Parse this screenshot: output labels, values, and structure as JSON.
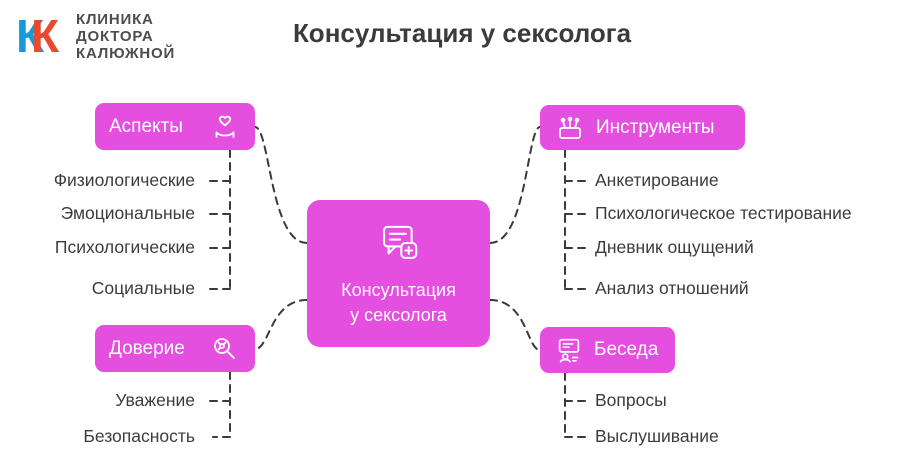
{
  "logo": {
    "mark_letters": [
      "К",
      "К"
    ],
    "name_lines": [
      "КЛИНИКА",
      "ДОКТОРА",
      "КАЛЮЖНОЙ"
    ]
  },
  "title": "Консультация у сексолога",
  "colors": {
    "node": "#e44fe0",
    "line": "#3a3a3a",
    "text": "#3c3c3c",
    "logo-blue": "#169bd7",
    "logo-red": "#e8492f"
  },
  "center": {
    "lines": [
      "Консультация",
      "у сексолога"
    ]
  },
  "branches": {
    "aspects": {
      "label": "Аспекты",
      "children": [
        "Физиологические",
        "Эмоциональные",
        "Психологические",
        "Социальные"
      ]
    },
    "tools": {
      "label": "Инструменты",
      "children": [
        "Анкетирование",
        "Психологическое тестирование",
        "Дневник ощущений",
        "Анализ отношений"
      ]
    },
    "trust": {
      "label": "Доверие",
      "children": [
        "Уважение",
        "Безопасность"
      ]
    },
    "talk": {
      "label": "Беседа",
      "children": [
        "Вопросы",
        "Выслушивание"
      ]
    }
  }
}
